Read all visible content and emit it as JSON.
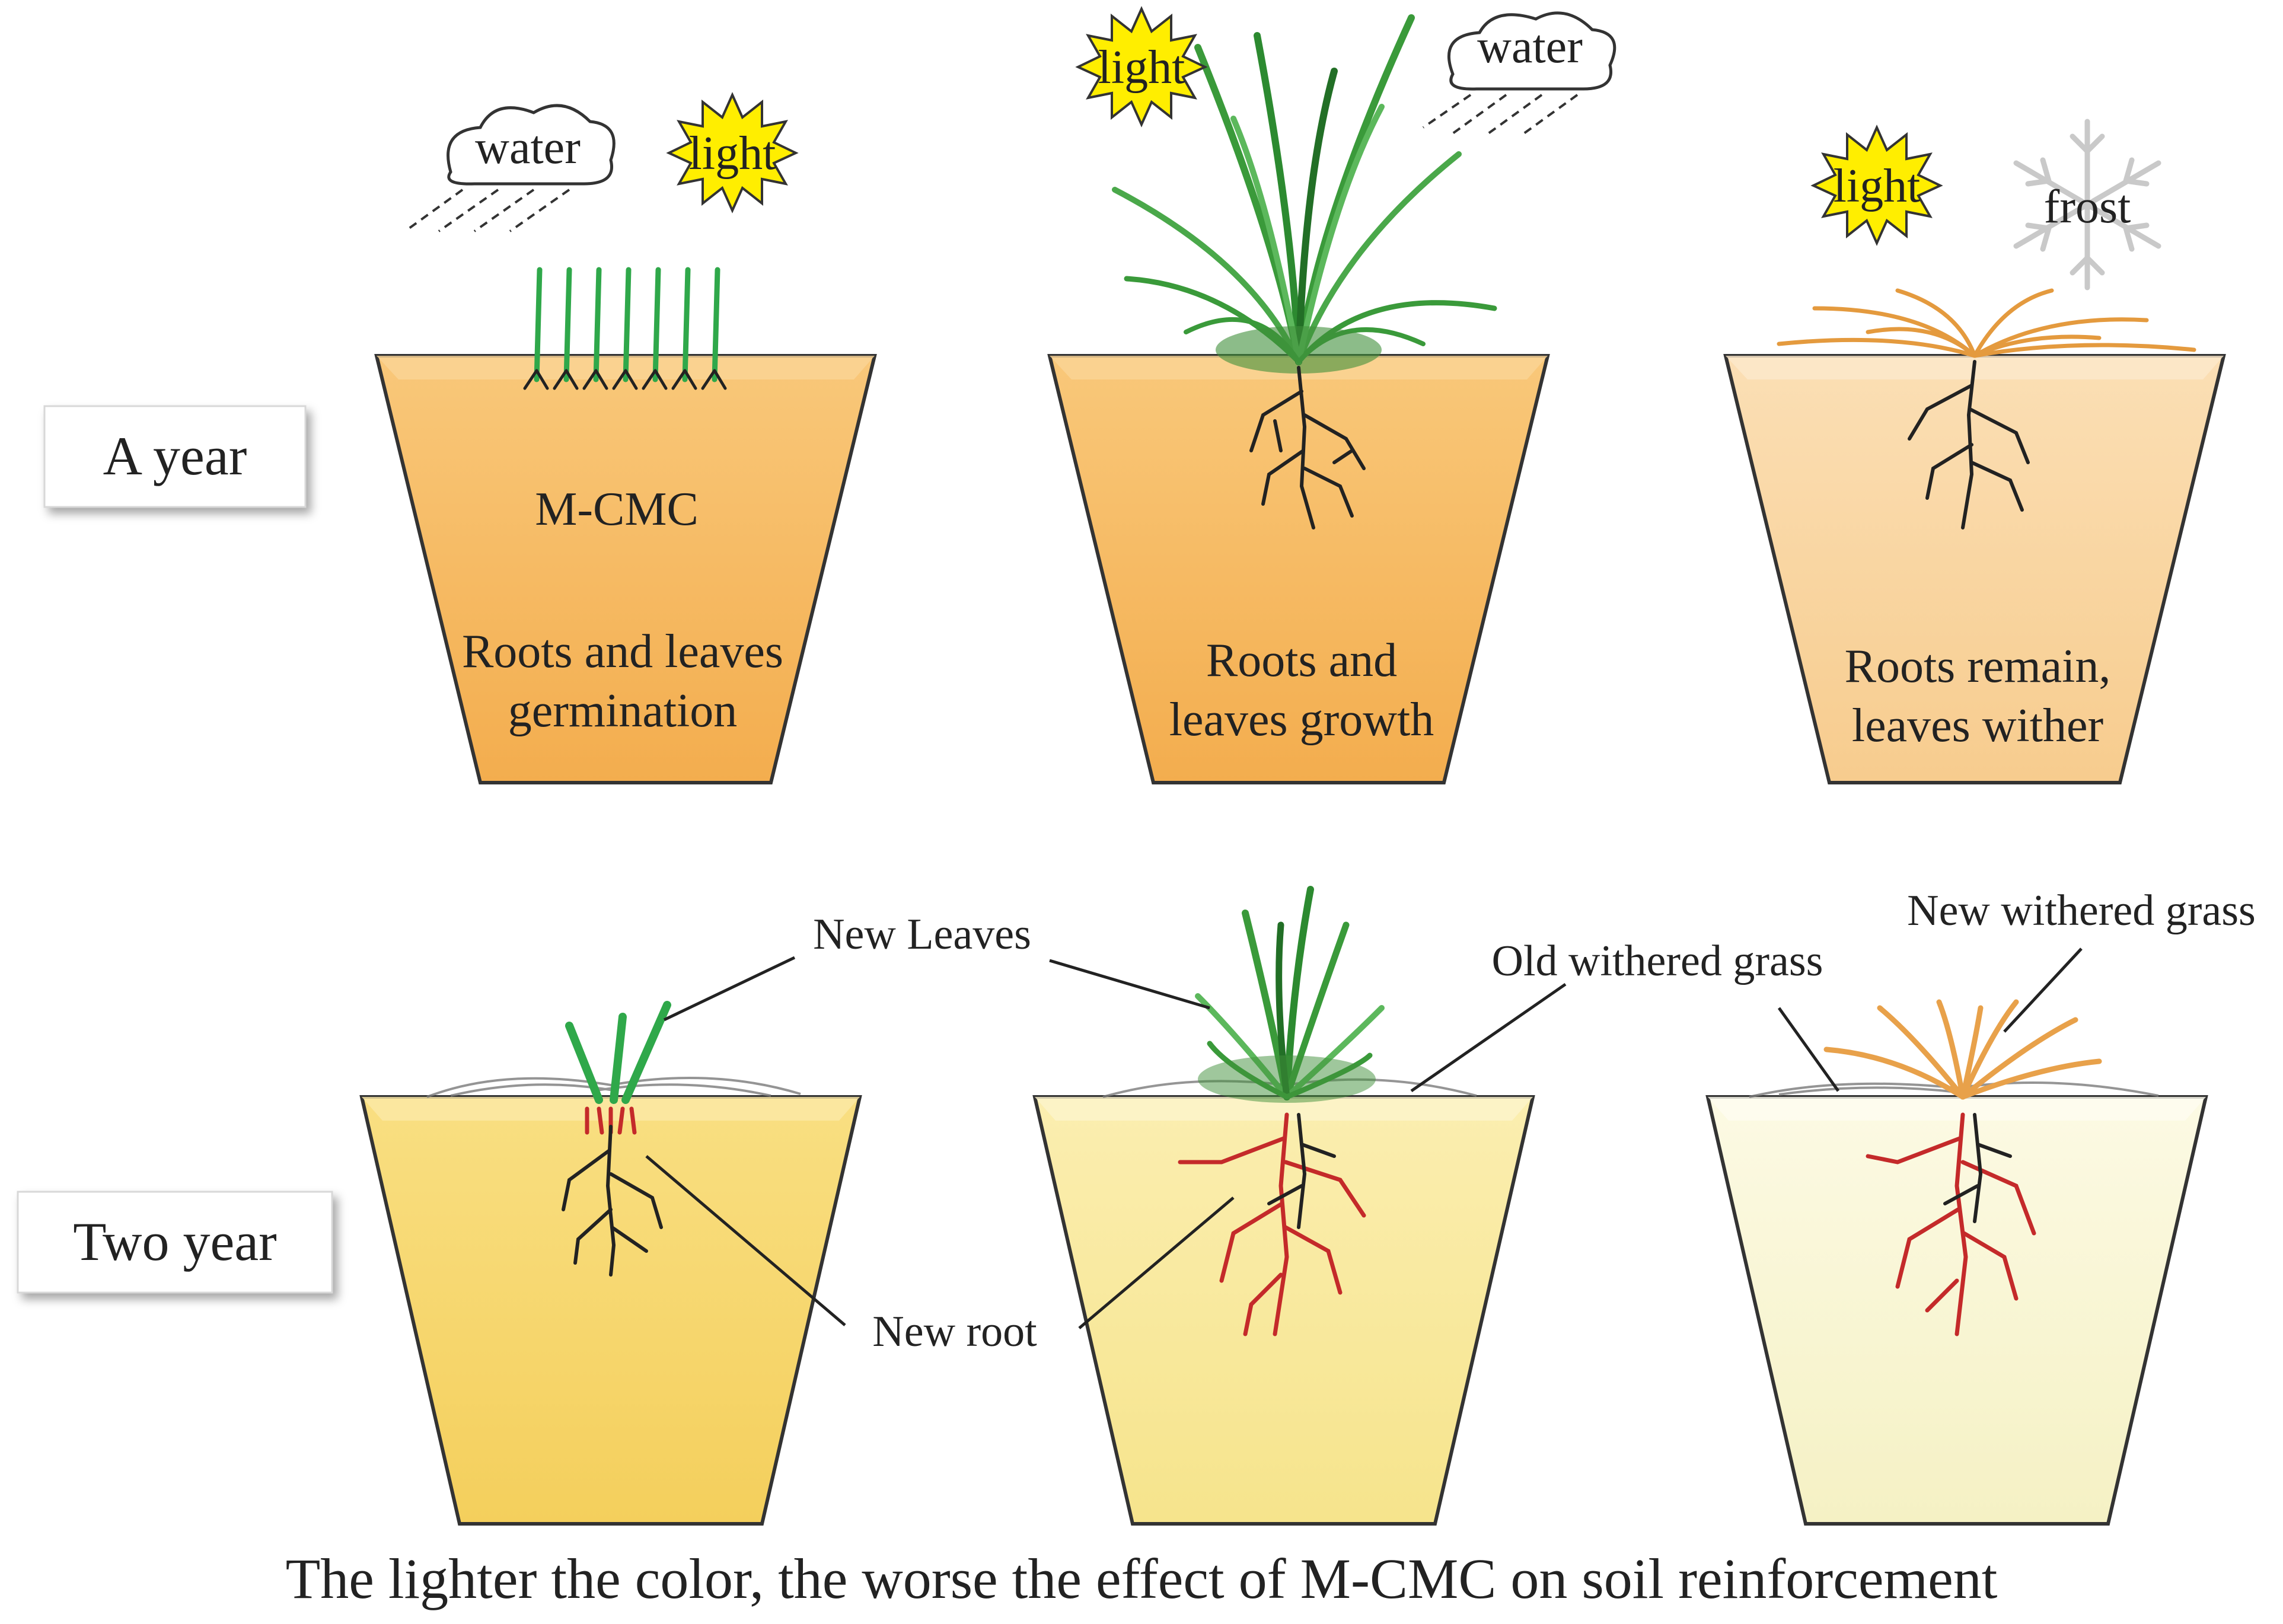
{
  "colors": {
    "pot_year1": "#f6b75f",
    "pot_year1_wither": "#f9d49f",
    "pot_year2_a": "#f6d66a",
    "pot_year2_b": "#f8e99a",
    "pot_year2_c": "#f8f5cf",
    "sun": "#ffee00",
    "green": "#2fa84a",
    "wither": "#e8a14a",
    "new_root": "#c42a2a",
    "old_root": "#222222"
  },
  "row_labels": {
    "year1": "A year",
    "year2": "Two year"
  },
  "year1": {
    "pot1": {
      "material": "M-CMC",
      "line1": "Roots and leaves",
      "line2": "germination",
      "weather": [
        "water",
        "light"
      ]
    },
    "pot2": {
      "line1": "Roots and",
      "line2": "leaves growth",
      "weather": [
        "light",
        "water"
      ]
    },
    "pot3": {
      "line1": "Roots remain,",
      "line2": "leaves wither",
      "weather": [
        "light",
        "frost"
      ]
    }
  },
  "year2": {
    "labels": {
      "new_leaves": "New Leaves",
      "new_root": "New root",
      "old_withered": "Old withered grass",
      "new_withered": "New withered grass"
    }
  },
  "caption": "The lighter the color, the worse the effect of M-CMC on soil reinforcement"
}
